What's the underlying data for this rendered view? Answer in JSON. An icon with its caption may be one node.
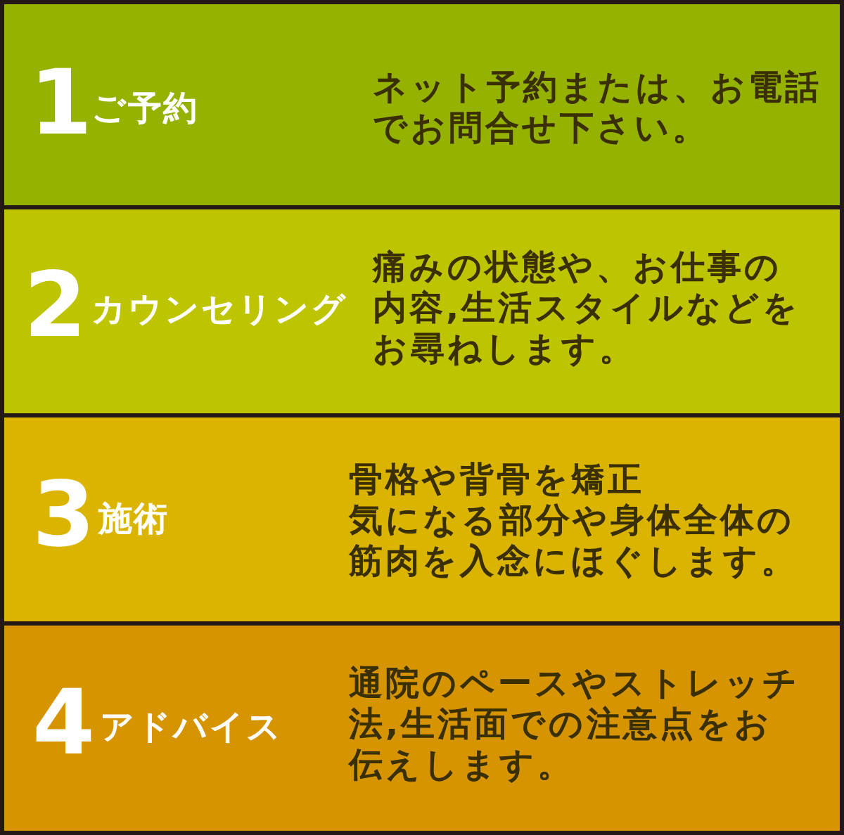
{
  "diagram": {
    "nodes": [
      {
        "text": [
          "1",
          "ご予約",
          "ネット予約または、お電話でお問合せ下さい。"
        ]
      },
      {
        "text": [
          "2",
          "カウンセリング",
          "痛みの状態や、お仕事の内容,生活スタイルなどをお尋ねします。"
        ]
      },
      {
        "text": [
          "3",
          "施術",
          "骨格や背骨を矯正",
          "気になる部分や身体全体の筋肉を入念にほぐします。"
        ]
      },
      {
        "text": [
          "4",
          "アドバイス",
          "通院のペースやストレッチ法,生活面での注意点をお伝えします。"
        ]
      }
    ]
  }
}
